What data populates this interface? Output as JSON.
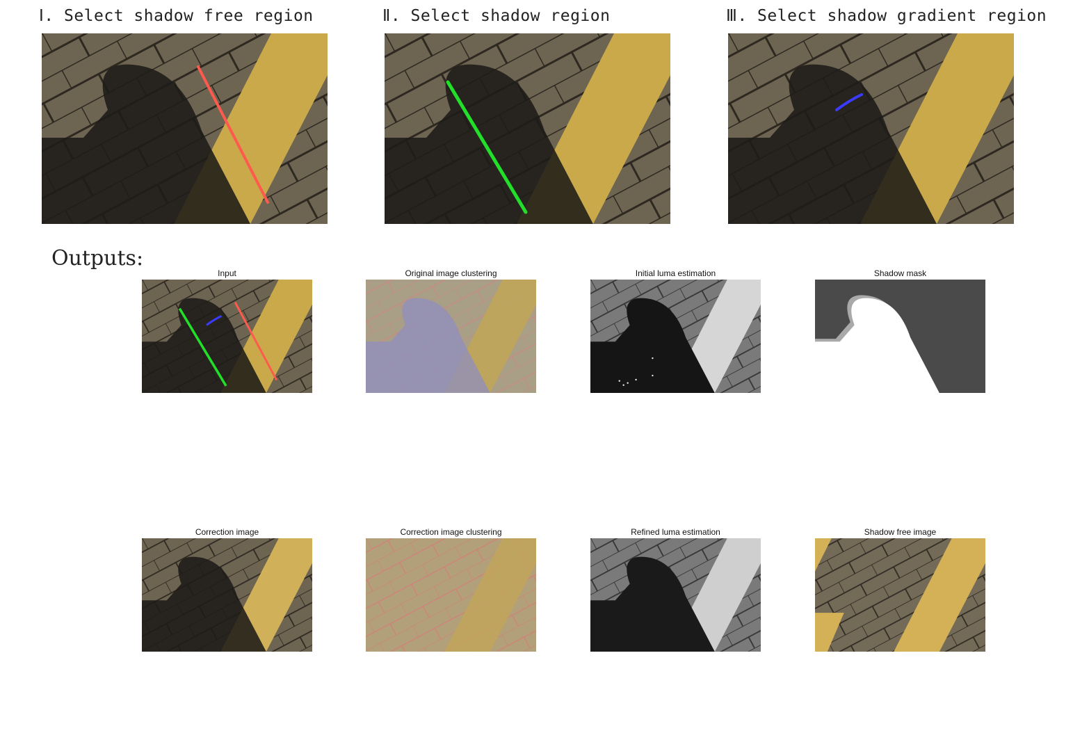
{
  "steps": [
    {
      "title": "Ⅰ. Select shadow free region"
    },
    {
      "title": "Ⅱ. Select shadow region"
    },
    {
      "title": "Ⅲ. Select shadow gradient region"
    }
  ],
  "outputs_title": "Outputs:",
  "figures": [
    {
      "caption": "Input"
    },
    {
      "caption": "Original image clustering"
    },
    {
      "caption": "Initial luma estimation"
    },
    {
      "caption": "Shadow mask"
    },
    {
      "caption": "Correction image"
    },
    {
      "caption": "Correction image clustering"
    },
    {
      "caption": "Refined luma estimation"
    },
    {
      "caption": "Shadow free image"
    }
  ],
  "stroke_colors": {
    "shadow_free": "#ff5a4e",
    "shadow": "#22e02a",
    "gradient": "#3b3bff"
  }
}
